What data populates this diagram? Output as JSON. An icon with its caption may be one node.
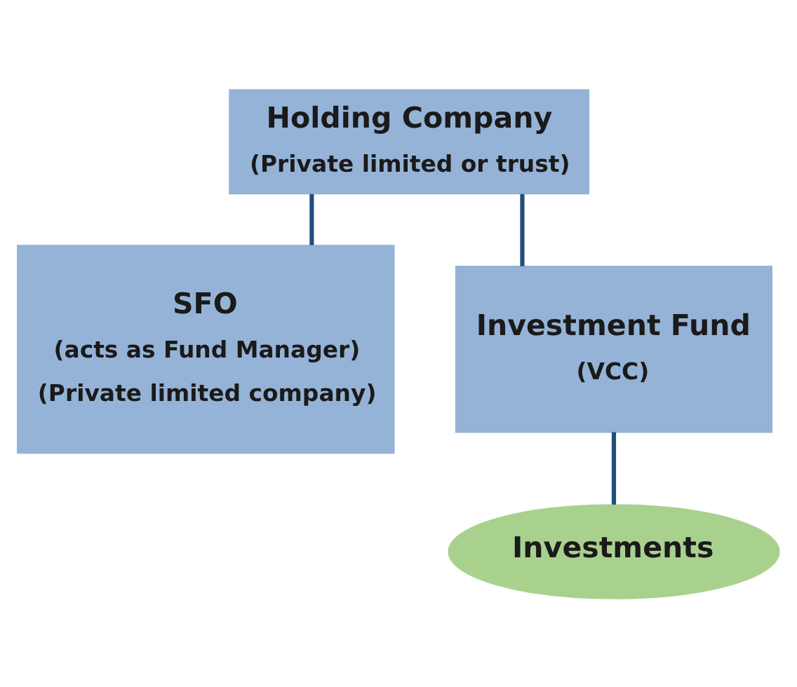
{
  "diagram": {
    "nodes": [
      {
        "text": [
          "Holding Company",
          "(Private limited or trust)"
        ]
      },
      {
        "text": [
          "SFO",
          "(acts as Fund Manager)",
          "(Private limited company)"
        ]
      },
      {
        "text": [
          "Investment Fund",
          "(VCC)"
        ]
      },
      {
        "text": [
          "Investments"
        ]
      }
    ],
    "edges": [
      {
        "from": 0,
        "to": 1,
        "arrow": "none"
      },
      {
        "from": 0,
        "to": 2,
        "arrow": "none"
      },
      {
        "from": 2,
        "to": 3,
        "arrow": "none"
      }
    ]
  }
}
